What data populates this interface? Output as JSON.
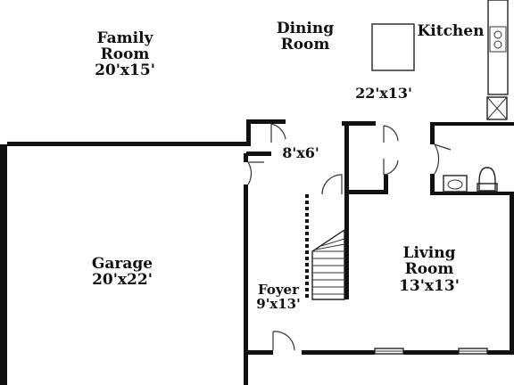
{
  "labels": {
    "family_room": {
      "line1": "Family",
      "line2": "Room",
      "size": "20'x15'"
    },
    "dining_room": {
      "line1": "Dining",
      "line2": "Room"
    },
    "kitchen": {
      "line1": "Kitchen"
    },
    "dining_kitchen_size": "22'x13'",
    "closet_size": "8'x6'",
    "garage": {
      "line1": "Garage",
      "size": "20'x22'"
    },
    "living_room": {
      "line1": "Living",
      "line2": "Room",
      "size": "13'x13'"
    },
    "foyer": {
      "line1": "Foyer",
      "size": "9'x13'"
    }
  },
  "colors": {
    "wall": "#111111",
    "background": "#ffffff",
    "line": "#333333"
  }
}
